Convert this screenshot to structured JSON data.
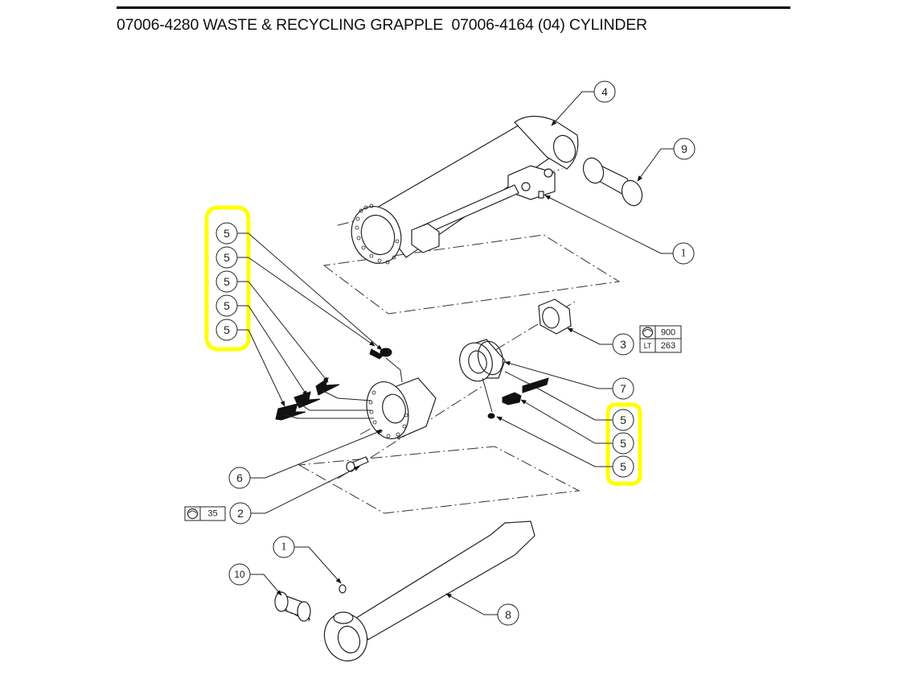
{
  "header": {
    "title": "07006-4280 WASTE & RECYCLING GRAPPLE  07006-4164 (04) CYLINDER"
  },
  "balloons": {
    "b4": "4",
    "b9": "9",
    "b1_top": "1",
    "b3": "3",
    "b7": "7",
    "b6": "6",
    "b2": "2",
    "b1_bottom": "1",
    "b10": "10",
    "b8": "8",
    "left_group": [
      "5",
      "5",
      "5",
      "5",
      "5"
    ],
    "right_group": [
      "5",
      "5",
      "5"
    ]
  },
  "torque_tables": {
    "item3": {
      "torque_icon": "wrench-socket-icon",
      "torque_value": "900",
      "lt_label": "LT",
      "lt_value": "263"
    },
    "item2": {
      "torque_icon": "wrench-socket-icon",
      "torque_value": "35"
    }
  },
  "colors": {
    "highlight": "#ffff00",
    "line": "#222222"
  }
}
